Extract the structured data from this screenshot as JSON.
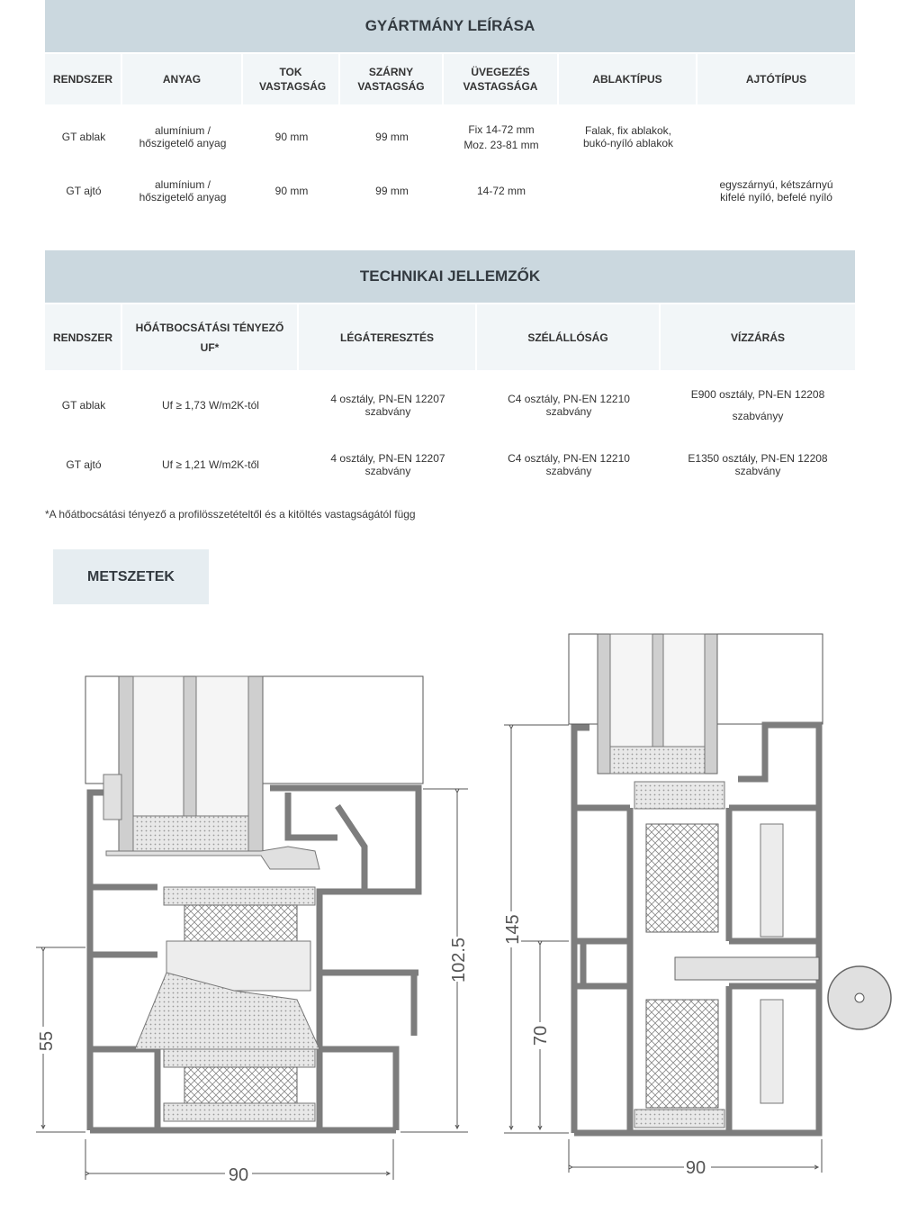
{
  "product": {
    "title": "GYÁRTMÁNY LEÍRÁSA",
    "headers": [
      "RENDSZER",
      "ANYAG",
      "TOK VASTAGSÁG",
      "SZÁRNY VASTAGSÁG",
      "ÜVEGEZÉS VASTAGSÁGA",
      "ABLAKTÍPUS",
      "AJTÓTÍPUS"
    ],
    "rows": [
      {
        "system": "GT ablak",
        "material_1": "alumínium /",
        "material_2": "hőszigetelő anyag",
        "frame": "90 mm",
        "sash": "99  mm",
        "glazing_1": "Fix 14-72 mm",
        "glazing_2": "Moz. 23-81 mm",
        "window_1": "Falak, fix ablakok,",
        "window_2": "bukó-nyíló ablakok",
        "door_1": "",
        "door_2": ""
      },
      {
        "system": "GT ajtó",
        "material_1": "alumínium /",
        "material_2": "hőszigetelő anyag",
        "frame": "90 mm",
        "sash": "99  mm",
        "glazing_1": "14-72 mm",
        "glazing_2": "",
        "window_1": "",
        "window_2": "",
        "door_1": "egyszárnyú, kétszárnyú",
        "door_2": "kifelé nyíló, befelé nyíló"
      }
    ]
  },
  "technical": {
    "title": "TECHNIKAI JELLEMZŐK",
    "headers": {
      "system": "RENDSZER",
      "uf_1": "HŐÁTBOCSÁTÁSI TÉNYEZŐ",
      "uf_2": "UF*",
      "air": "LÉGÁTERESZTÉS",
      "wind": "SZÉLÁLLÓSÁG",
      "water": "VÍZZÁRÁS"
    },
    "rows": [
      {
        "system": "GT ablak",
        "uf": "Uf  ≥ 1,73 W/m2K-tól",
        "air_1": "4 osztály, PN-EN 12207",
        "air_2": "szabvány",
        "wind_1": "C4 osztály, PN-EN 12210",
        "wind_2": "szabvány",
        "water_1": "E900 osztály, PN-EN 12208",
        "water_2": "szabványy"
      },
      {
        "system": "GT ajtó",
        "uf": "Uf  ≥ 1,21 W/m2K-től",
        "air_1": "4 osztály, PN-EN 12207",
        "air_2": "szabvány",
        "wind_1": "C4 osztály, PN-EN 12210",
        "wind_2": "szabvány",
        "water_1": "E1350 osztály, PN-EN 12208",
        "water_2": "szabvány"
      }
    ]
  },
  "footnote": "*A hőátbocsátási tényező a profilösszetételtől és a kitöltés vastagságától függ",
  "sections_label": "METSZETEK",
  "dimensions": {
    "left_height_full": "102.5",
    "left_height_lower": "55",
    "left_width": "90",
    "right_height_full": "145",
    "right_height_lower": "70",
    "right_width": "90"
  },
  "colors": {
    "header_bg": "#cbd8df",
    "th_bg": "#f2f6f8",
    "profile": "#7d7d7d"
  }
}
